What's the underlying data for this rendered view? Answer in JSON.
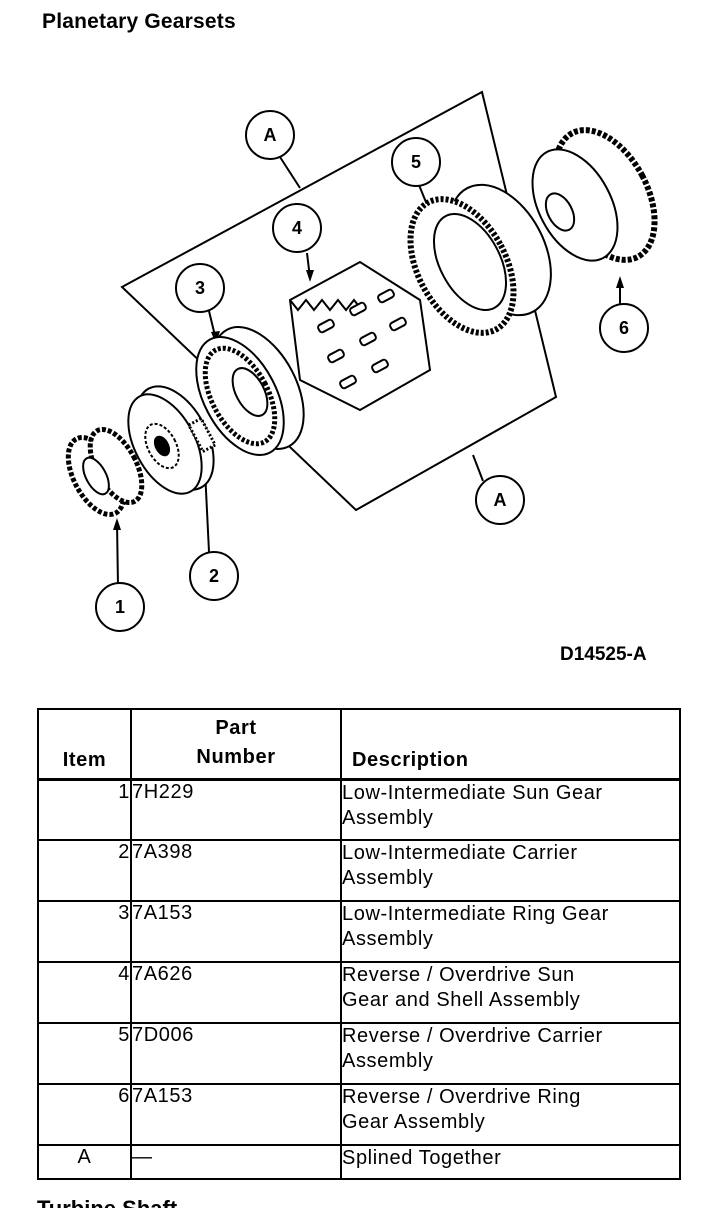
{
  "title": "Planetary Gearsets",
  "figure_id": "D14525-A",
  "callouts": [
    "A",
    "1",
    "2",
    "3",
    "4",
    "5",
    "6"
  ],
  "table": {
    "headers": {
      "item": "Item",
      "part_line1": "Part",
      "part_line2": "Number",
      "description": "Description"
    },
    "rows": [
      {
        "item": "1",
        "part": "7H229",
        "desc": [
          "Low-Intermediate Sun Gear",
          "Assembly"
        ]
      },
      {
        "item": "2",
        "part": "7A398",
        "desc": [
          "Low-Intermediate Carrier",
          "Assembly"
        ]
      },
      {
        "item": "3",
        "part": "7A153",
        "desc": [
          "Low-Intermediate Ring Gear",
          "Assembly"
        ]
      },
      {
        "item": "4",
        "part": "7A626",
        "desc": [
          "Reverse / Overdrive Sun",
          "Gear and Shell Assembly"
        ]
      },
      {
        "item": "5",
        "part": "7D006",
        "desc": [
          "Reverse / Overdrive Carrier",
          "Assembly"
        ]
      },
      {
        "item": "6",
        "part": "7A153",
        "desc": [
          "Reverse / Overdrive Ring",
          "Gear Assembly"
        ]
      },
      {
        "item": "A",
        "part": "—",
        "desc": [
          "Splined Together"
        ]
      }
    ]
  },
  "next_section_cutoff": "Turbine Shaft"
}
